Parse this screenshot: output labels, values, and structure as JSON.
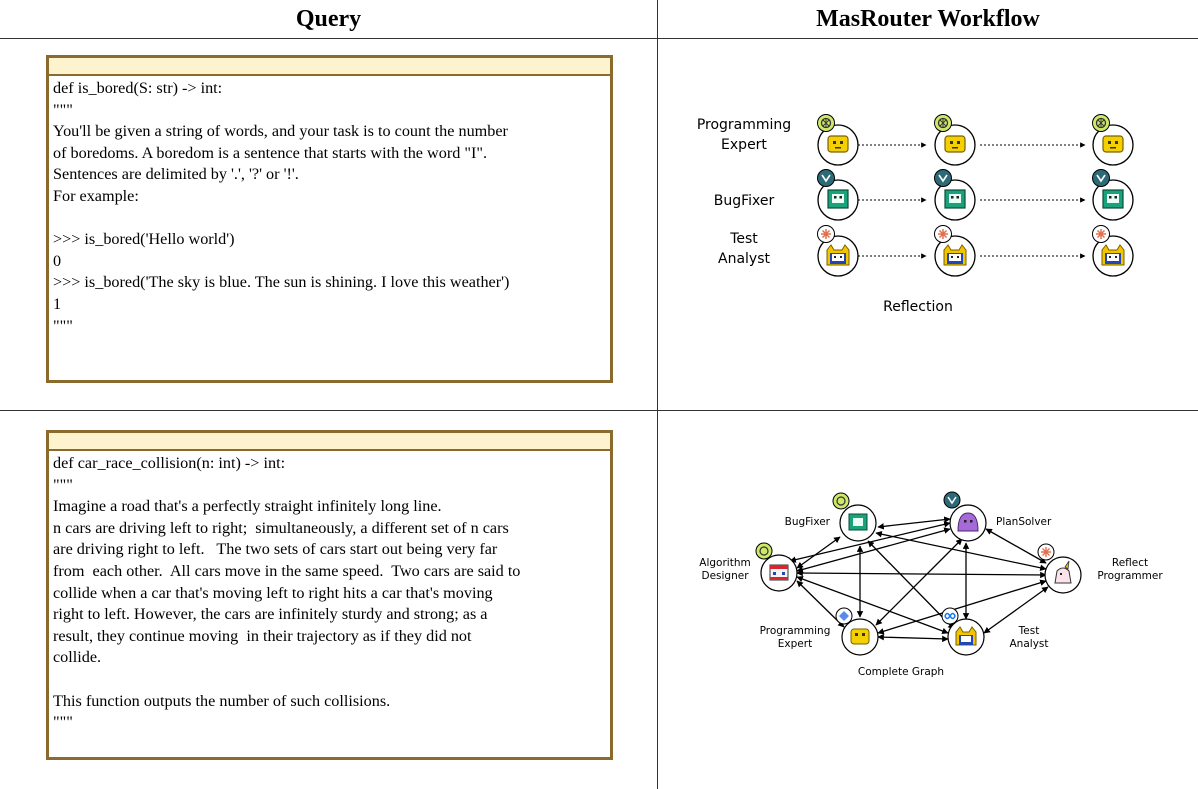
{
  "headers": {
    "query": "Query",
    "workflow": "MasRouter Workflow"
  },
  "query1": {
    "lines": [
      "def is_bored(S: str) -> int:",
      "\"\"\"",
      "You'll be given a string of words, and your task is to count the number",
      "of boredoms. A boredom is a sentence that starts with the word \"I\".",
      "Sentences are delimited by '.', '?' or '!'.",
      "For example:",
      "",
      ">>> is_bored('Hello world')",
      "0",
      ">>> is_bored('The sky is blue. The sun is shining. I love this weather')",
      "1",
      "\"\"\""
    ]
  },
  "query2": {
    "lines": [
      "def car_race_collision(n: int) -> int:",
      "\"\"\"",
      "Imagine a road that's a perfectly straight infinitely long line.",
      "n cars are driving left to right;  simultaneously, a different set of n cars",
      "are driving right to left.   The two sets of cars start out being very far",
      "from  each other.  All cars move in the same speed.  Two cars are said to",
      "collide when a car that's moving left to right hits a car that's moving",
      "right to left. However, the cars are infinitely sturdy and strong; as a",
      "result, they continue moving  in their trajectory as if they did not",
      "collide.",
      "",
      "This function outputs the number of such collisions.",
      "\"\"\""
    ]
  },
  "workflow1": {
    "roles": [
      "Programming",
      "Expert",
      "BugFixer",
      "Test",
      "Analyst"
    ],
    "caption": "Reflection"
  },
  "workflow2": {
    "labels": {
      "bugfixer": "BugFixer",
      "plansolver": "PlanSolver",
      "algo1": "Algorithm",
      "algo2": "Designer",
      "reflect1": "Reflect",
      "reflect2": "Programmer",
      "prog1": "Programming",
      "prog2": "Expert",
      "test1": "Test",
      "test2": "Analyst"
    },
    "caption": "Complete Graph"
  },
  "colors": {
    "box_border": "#8b6a2e",
    "box_bar": "#fdf3cf",
    "expert_face": "#f5d000",
    "bugfixer_face": "#1aa37a",
    "plansolver_face": "#a66ad8"
  }
}
